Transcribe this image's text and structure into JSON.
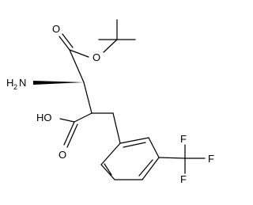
{
  "molecule": {
    "labels": {
      "amine_h": "H",
      "amine_sub": "2",
      "amine_n": "N",
      "ester_carbonyl_o": "O",
      "ester_ether_o": "O",
      "acid_hydroxyl": "HO",
      "acid_carbonyl_o": "O",
      "fluorine_top": "F",
      "fluorine_right": "F",
      "fluorine_bottom": "F"
    }
  }
}
